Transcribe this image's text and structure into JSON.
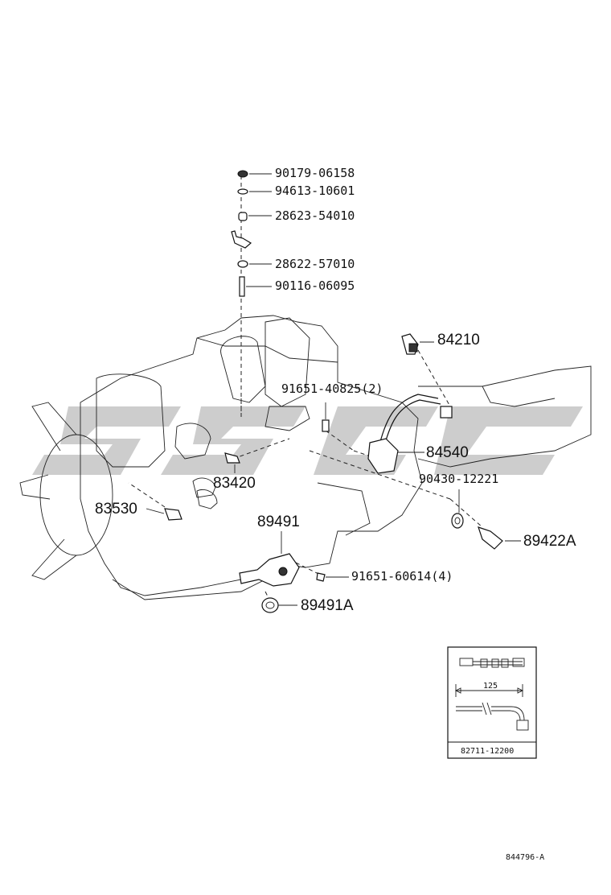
{
  "labels": {
    "p90179": "90179-06158",
    "p94613": "94613-10601",
    "p28623": "28623-54010",
    "p28622": "28622-57010",
    "p90116": "90116-06095",
    "p84210": "84210",
    "p91651a": "91651-40825(2)",
    "p84540": "84540",
    "p83420": "83420",
    "p90430": "90430-12221",
    "p83530": "83530",
    "p89491": "89491",
    "p89422A": "89422A",
    "p91651b": "91651-60614(4)",
    "p89491A": "89491A"
  },
  "inset": {
    "dimension": "125",
    "part_number": "82711-12200"
  },
  "diagram_id": "844796-A",
  "watermark_color": "#c8c8c8"
}
